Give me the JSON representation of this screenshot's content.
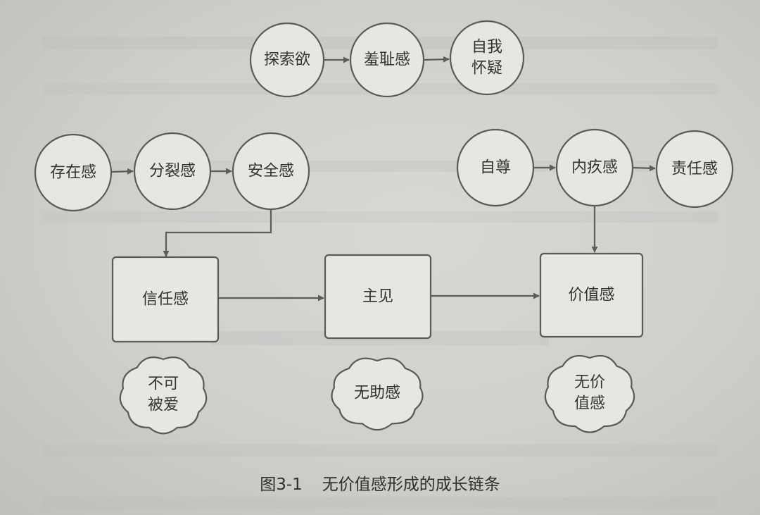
{
  "nodes": [
    {
      "id": "exploration",
      "shape": "circle",
      "lines": [
        "探索欲"
      ]
    },
    {
      "id": "shame",
      "shape": "circle",
      "lines": [
        "羞耻感"
      ]
    },
    {
      "id": "self-doubt",
      "shape": "circle",
      "lines": [
        "自我",
        "怀疑"
      ]
    },
    {
      "id": "existence",
      "shape": "circle",
      "lines": [
        "存在感"
      ]
    },
    {
      "id": "split",
      "shape": "circle",
      "lines": [
        "分裂感"
      ]
    },
    {
      "id": "security",
      "shape": "circle",
      "lines": [
        "安全感"
      ]
    },
    {
      "id": "self-esteem",
      "shape": "circle",
      "lines": [
        "自尊"
      ]
    },
    {
      "id": "guilt",
      "shape": "circle",
      "lines": [
        "内疚感"
      ]
    },
    {
      "id": "responsibility",
      "shape": "circle",
      "lines": [
        "责任感"
      ]
    },
    {
      "id": "trust",
      "shape": "box",
      "lines": [
        "信任感"
      ]
    },
    {
      "id": "opinion",
      "shape": "box",
      "lines": [
        "主见"
      ]
    },
    {
      "id": "worth",
      "shape": "box",
      "lines": [
        "价值感"
      ]
    },
    {
      "id": "unlovable",
      "shape": "cloud",
      "lines": [
        "不可",
        "被爱"
      ]
    },
    {
      "id": "helpless",
      "shape": "cloud",
      "lines": [
        "无助感"
      ]
    },
    {
      "id": "worthless",
      "shape": "cloud",
      "lines": [
        "无价",
        "值感"
      ]
    }
  ],
  "edges": [
    {
      "from": "exploration",
      "to": "shame"
    },
    {
      "from": "shame",
      "to": "self-doubt"
    },
    {
      "from": "existence",
      "to": "split"
    },
    {
      "from": "split",
      "to": "security"
    },
    {
      "from": "self-esteem",
      "to": "guilt"
    },
    {
      "from": "guilt",
      "to": "responsibility"
    },
    {
      "from": "security",
      "to": "trust"
    },
    {
      "from": "trust",
      "to": "opinion"
    },
    {
      "from": "opinion",
      "to": "worth"
    },
    {
      "from": "guilt",
      "to": "worth"
    }
  ],
  "caption": {
    "figure_number": "图3-1",
    "title": "无价值感形成的成长链条"
  },
  "colors": {
    "page": "#d3d4d0",
    "node_fill": "#e6e7e3",
    "stroke": "#5a5b58",
    "text": "#333331"
  }
}
